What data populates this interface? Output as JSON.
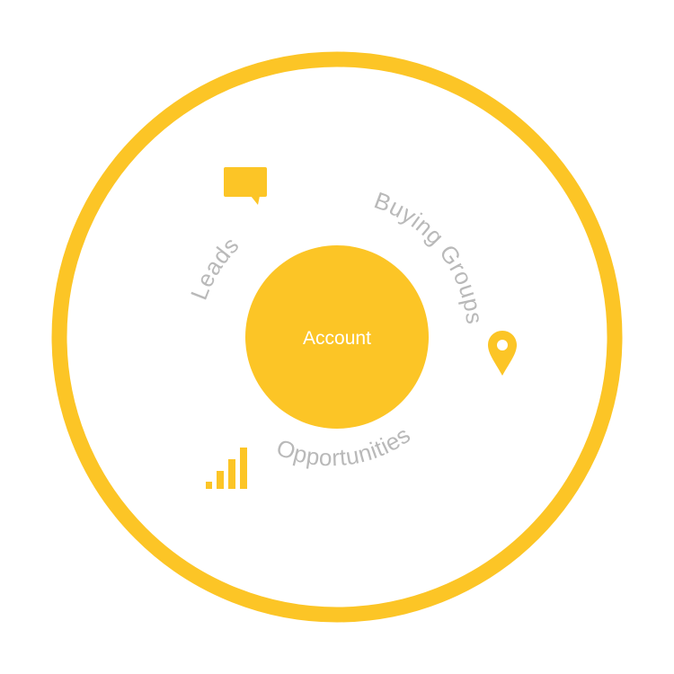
{
  "diagram": {
    "center": {
      "label": "Account"
    },
    "segments": [
      {
        "id": "leads",
        "label": "Leads",
        "icon": "chat-bubble-icon"
      },
      {
        "id": "buying-groups",
        "label": "Buying Groups",
        "icon": "map-pin-icon"
      },
      {
        "id": "opportunities",
        "label": "Opportunities",
        "icon": "bar-chart-icon"
      }
    ]
  },
  "colors": {
    "accent": "#fcc526",
    "label_text": "#b9b9b9",
    "center_text": "#ffffff",
    "background": "#ffffff"
  }
}
